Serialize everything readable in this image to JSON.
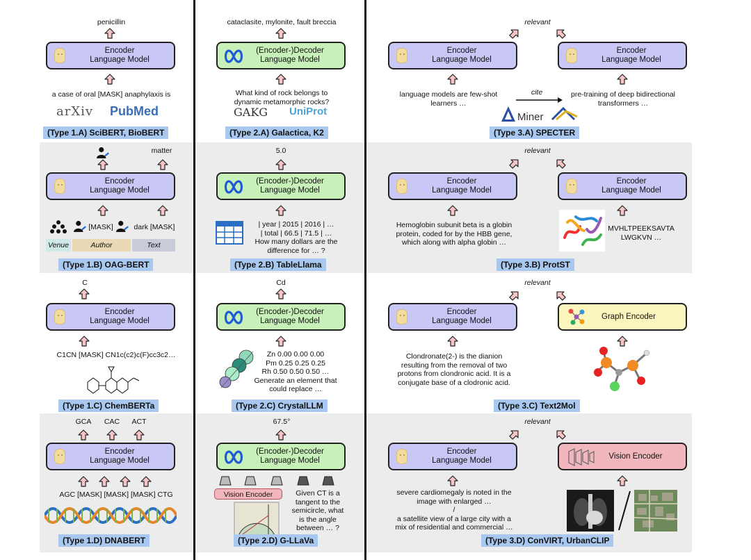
{
  "colors": {
    "encoder": "#c9c7f6",
    "decoder": "#c8f1b9",
    "graph": "#fbf6be",
    "vision": "#f2b6bd",
    "tag": "#a9c8ef",
    "band": "#ececec"
  },
  "icons": [
    "person-icon",
    "llama-logo-icon",
    "arrow-up-icon",
    "arrow-diagonal-icon",
    "table-icon",
    "molecule-icon",
    "protein-icon",
    "dna-icon",
    "xray-icon",
    "satellite-icon",
    "triangle-icon"
  ],
  "col1": {
    "a": {
      "out": "penicillin",
      "box": "Encoder\nLanguage Model",
      "in": "a case of oral [MASK] anaphylaxis is",
      "logo1": "arXiv",
      "logo2": "PubMed",
      "tag": "(Type 1.A) SciBERT, BioBERT"
    },
    "b": {
      "out2": "matter",
      "box": "Encoder\nLanguage Model",
      "in": "[MASK]",
      "in2": "dark [MASK]",
      "venue": "Venue",
      "author": "Author",
      "text": "Text",
      "tag": "(Type 1.B) OAG-BERT"
    },
    "c": {
      "out": "C",
      "box": "Encoder\nLanguage Model",
      "in": "C1CN [MASK] CN1c(c2)c(F)cc3c2…",
      "tag": "(Type 1.C) ChemBERTa"
    },
    "d": {
      "out1": "GCA",
      "out2": "CAC",
      "out3": "ACT",
      "box": "Encoder\nLanguage Model",
      "in": "AGC [MASK] [MASK] [MASK] CTG",
      "tag": "(Type 1.D) DNABERT"
    }
  },
  "col2": {
    "a": {
      "out": "cataclasite, mylonite, fault breccia",
      "box": "(Encoder-)Decoder\nLanguage Model",
      "in": "What kind of rock belongs to\ndynamic metamorphic rocks?",
      "logo1": "GAKG",
      "logo2": "UniProt",
      "tag": "(Type 2.A) Galactica, K2"
    },
    "b": {
      "out": "5.0",
      "box": "(Encoder-)Decoder\nLanguage Model",
      "in": "| year | 2015 | 2016 | …\n| total | 66.5 | 71.5 | …\nHow many dollars are the\ndifference for … ?",
      "tag": "(Type 2.B) TableLlama"
    },
    "c": {
      "out": "Cd",
      "box": "(Encoder-)Decoder\nLanguage Model",
      "in": "Zn  0.00  0.00  0.00\nPm  0.25  0.25  0.25\nRh  0.50  0.50  0.50 …\nGenerate an element that\ncould replace …",
      "tag": "(Type 2.C) CrystalLLM"
    },
    "d": {
      "out": "67.5°",
      "box": "(Encoder-)Decoder\nLanguage Model",
      "vision": "Vision Encoder",
      "in": "Given CT is a\ntangent to the\nsemicircle, what\nis the angle\nbetween … ?",
      "tag": "(Type 2.D) G-LLaVa"
    }
  },
  "col3": {
    "a": {
      "rel": "relevant",
      "box1": "Encoder\nLanguage Model",
      "box2": "Encoder\nLanguage Model",
      "in1": "language models are few-shot\nlearners …",
      "cite": "cite",
      "in2": "pre-training of deep bidirectional\ntransformers …",
      "logo": "Miner",
      "tag": "(Type 3.A) SPECTER"
    },
    "b": {
      "rel": "relevant",
      "box1": "Encoder\nLanguage Model",
      "box2": "Encoder\nLanguage Model",
      "in1": "Hemoglobin subunit beta is a globin\nprotein, coded for by the HBB gene,\nwhich along with alpha globin …",
      "in2": "MVHLTPEEKSAVTA\nLWGKVN …",
      "tag": "(Type 3.B) ProtST"
    },
    "c": {
      "rel": "relevant",
      "box1": "Encoder\nLanguage Model",
      "box2": "Graph Encoder",
      "in1": "Clondronate(2-) is the dianion\nresulting from the removal of two\nprotons from clondronic acid. It is a\nconjugate base of a clodronic acid.",
      "tag": "(Type 3.C) Text2Mol"
    },
    "d": {
      "rel": "relevant",
      "box1": "Encoder\nLanguage Model",
      "box2": "Vision Encoder",
      "in1": "severe cardiomegaly is noted in the\nimage with enlarged …\n/\na satellite view of a large city with a\nmix of residential and commercial …",
      "tag": "(Type 3.D) ConVIRT, UrbanCLIP"
    }
  }
}
